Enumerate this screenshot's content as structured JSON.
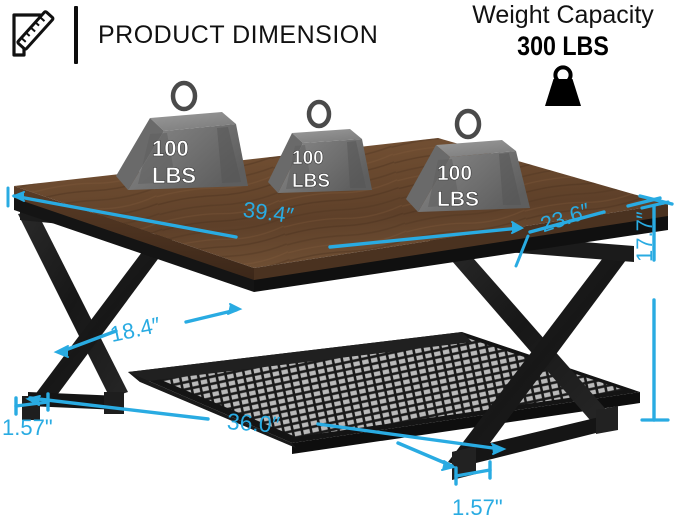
{
  "header": {
    "icon": "ruler-document-icon",
    "title": "PRODUCT DIMENSION"
  },
  "capacity": {
    "label": "Weight Capacity",
    "value": "300 LBS",
    "icon": "weight-icon"
  },
  "weights": [
    {
      "amount": "100",
      "unit": "LBS"
    },
    {
      "amount": "100",
      "unit": "LBS"
    },
    {
      "amount": "100",
      "unit": "LBS"
    }
  ],
  "dimensions": {
    "width": "39.4″",
    "depth": "23.6″",
    "height": "17.7″",
    "shelf_depth": "18.4″",
    "shelf_width": "36.0″",
    "leg_left": "1.57\"",
    "leg_bottom": "1.57\""
  },
  "colors": {
    "accent": "#29ABE2",
    "wood": "#6B4A2F",
    "wood_dark": "#4A3220",
    "metal": "#1C1C1C",
    "weight_gray": "#7A7A7A",
    "text": "#111111"
  },
  "product": {
    "top_material": "rustic-brown-wood",
    "frame": "black-metal-x-frame",
    "shelf": "black-metal-mesh-shelf"
  }
}
